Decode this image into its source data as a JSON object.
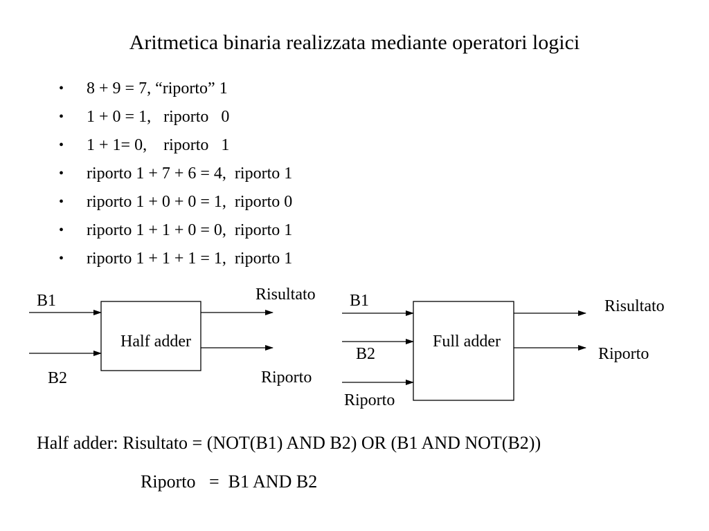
{
  "slide": {
    "title": "Aritmetica binaria realizzata mediante operatori logici",
    "bullet_symbol": "•",
    "bullets": [
      "8 + 9 = 7, “riporto” 1",
      "1 + 0 = 1,   riporto   0",
      "1 + 1= 0,    riporto   1",
      "riporto 1 + 7 + 6 = 4,  riporto 1",
      "riporto 1 + 0 + 0 = 1,  riporto 0",
      "riporto 1 + 1 + 0 = 0,  riporto 1",
      "riporto 1 + 1 + 1 = 1,  riporto 1"
    ]
  },
  "half_adder": {
    "label": "Half adder",
    "input_1": "B1",
    "input_2": "B2",
    "output_1": "Risultato",
    "output_2": "Riporto"
  },
  "full_adder": {
    "label": "Full adder",
    "input_1": "B1",
    "input_2": "B2",
    "input_3": "Riporto",
    "output_1": "Risultato",
    "output_2": "Riporto"
  },
  "formulas": {
    "line_1": "Half adder: Risultato = (NOT(B1) AND B2) OR (B1 AND NOT(B2))",
    "line_2": "Riporto   =  B1 AND B2"
  }
}
